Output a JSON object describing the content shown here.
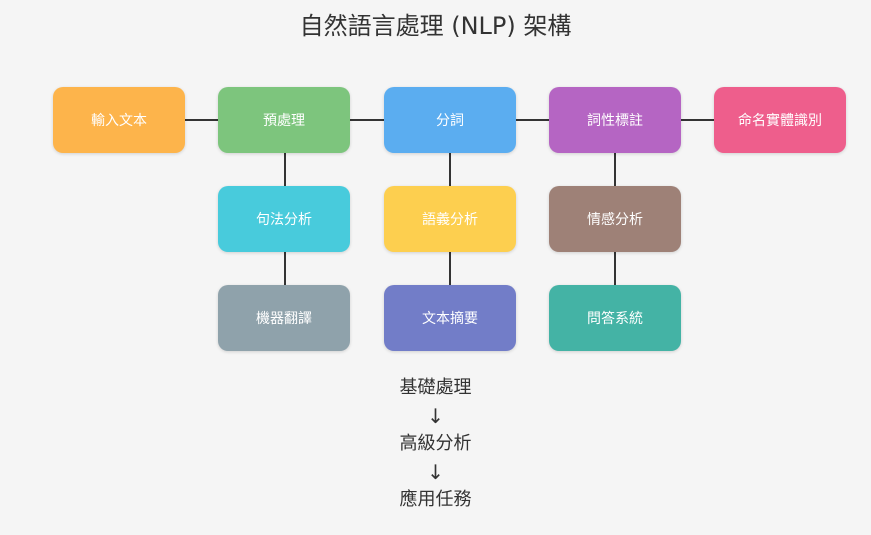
{
  "title": "自然語言處理 (NLP) 架構",
  "nodes": {
    "input": {
      "label": "輸入文本",
      "color": "#fdb44b"
    },
    "preprocess": {
      "label": "預處理",
      "color": "#7dc57d"
    },
    "tokenize": {
      "label": "分詞",
      "color": "#5badf0"
    },
    "pos": {
      "label": "詞性標註",
      "color": "#b565c3"
    },
    "ner": {
      "label": "命名實體識別",
      "color": "#ee5e8c"
    },
    "syntax": {
      "label": "句法分析",
      "color": "#48cbdc"
    },
    "semantic": {
      "label": "語義分析",
      "color": "#fdcf4f"
    },
    "sentiment": {
      "label": "情感分析",
      "color": "#9e8177"
    },
    "mt": {
      "label": "機器翻譯",
      "color": "#8fa2ab"
    },
    "summary": {
      "label": "文本摘要",
      "color": "#727dc8"
    },
    "qa": {
      "label": "問答系統",
      "color": "#44b3a5"
    }
  },
  "legend": {
    "step1": "基礎處理",
    "arrow1": "↓",
    "step2": "高級分析",
    "arrow2": "↓",
    "step3": "應用任務"
  }
}
